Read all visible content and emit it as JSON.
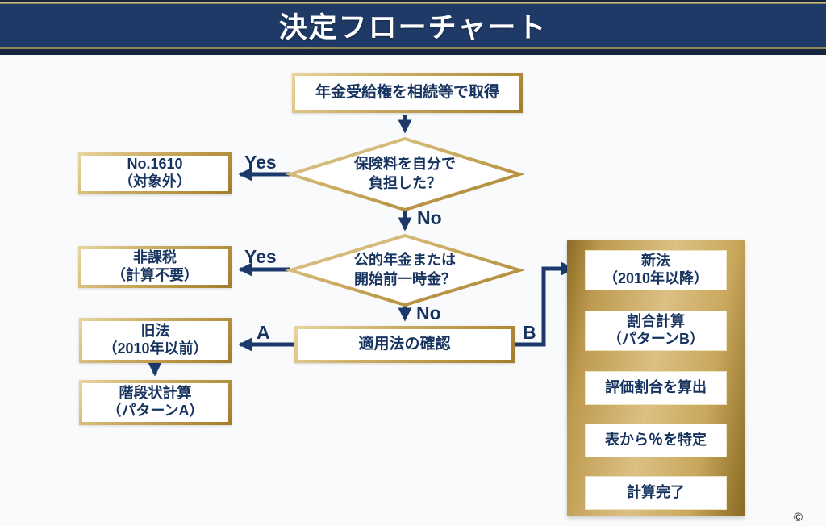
{
  "header": {
    "title": "決定フローチャート"
  },
  "colors": {
    "navy": "#1f3a66",
    "navy-dark": "#16263e",
    "ink": "#17335f",
    "arrow": "#1b3a6b",
    "gold": "#c9a85c",
    "gold-dark": "#a37d2b",
    "bg": "#f9fafc"
  },
  "flow": {
    "start": "年金受給権を相続等で取得",
    "decisions": [
      {
        "question_line1": "保険料を自分で",
        "question_line2": "負担した？",
        "yes": "Yes",
        "no": "No",
        "yes_result_line1": "No.1610",
        "yes_result_line2": "（対象外）"
      },
      {
        "question_line1": "公的年金または",
        "question_line2": "開始前一時金？",
        "yes": "Yes",
        "no": "No",
        "yes_result_line1": "非課税",
        "yes_result_line2": "（計算不要）"
      }
    ],
    "check": {
      "label": "適用法の確認",
      "branch_a": "A",
      "branch_b": "B"
    },
    "pattern_a": [
      {
        "line1": "旧法",
        "line2": "（2010年以前）"
      },
      {
        "line1": "階段状計算",
        "line2": "（パターンA）"
      }
    ],
    "pattern_b": [
      {
        "line1": "新法",
        "line2": "（2010年以降）"
      },
      {
        "line1": "割合計算",
        "line2": "（パターンB）"
      },
      {
        "line1": "評価割合を算出",
        "line2": ""
      },
      {
        "line1": "表から％を特定",
        "line2": ""
      },
      {
        "line1": "計算完了",
        "line2": ""
      }
    ]
  },
  "watermark": "©"
}
